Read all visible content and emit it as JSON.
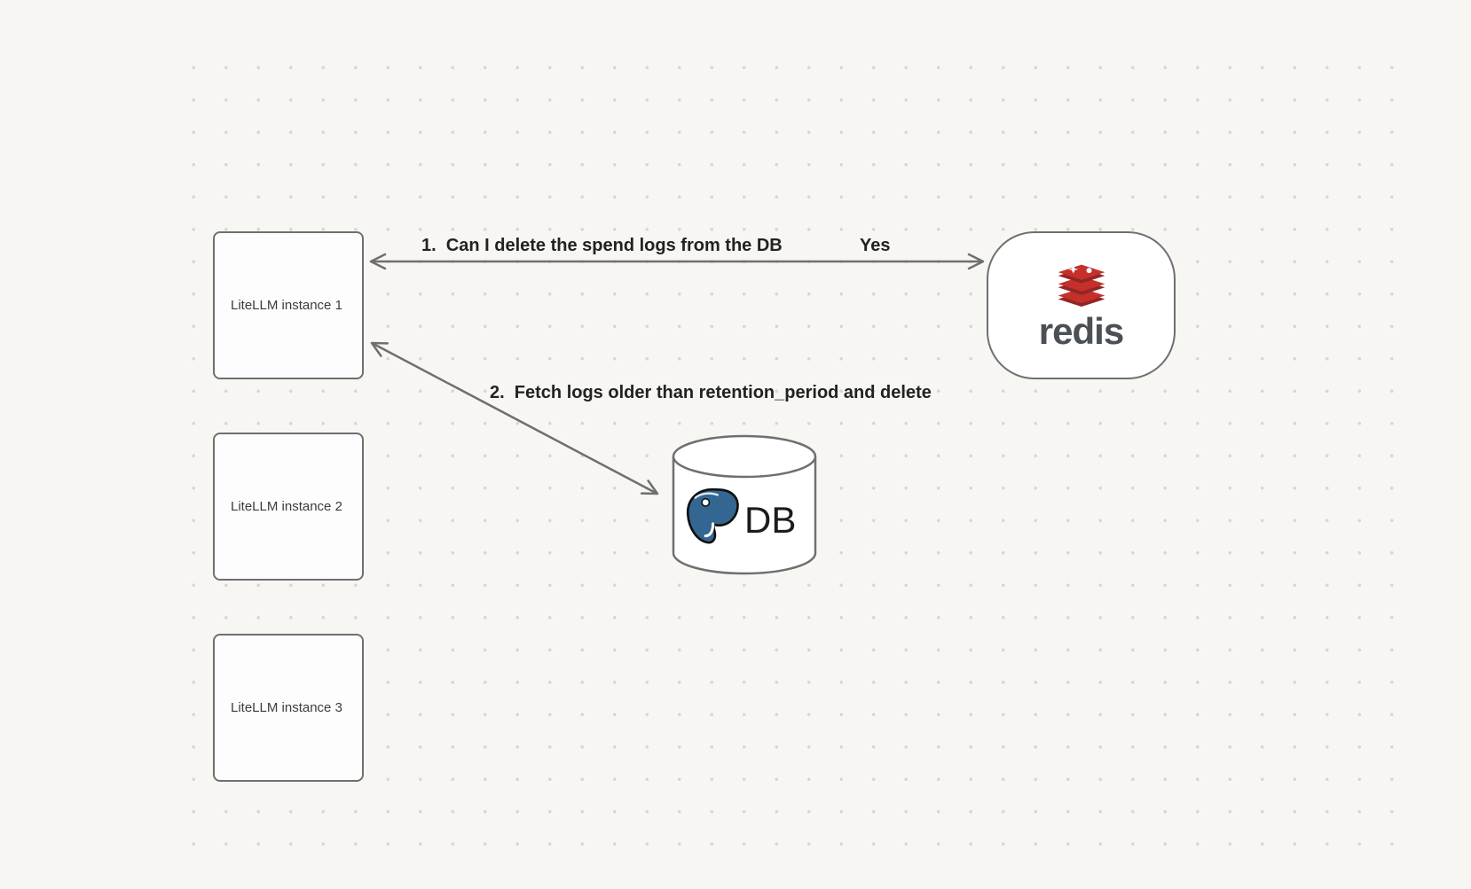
{
  "nodes": {
    "instance1": {
      "label": "LiteLLM instance 1"
    },
    "instance2": {
      "label": "LiteLLM instance 2"
    },
    "instance3": {
      "label": "LiteLLM instance 3"
    },
    "redis": {
      "label": "redis",
      "icon": "redis-logo"
    },
    "db": {
      "label": "DB",
      "icon": "postgresql-elephant-logo"
    }
  },
  "edges": {
    "redis_query": {
      "from": "instance1",
      "to": "redis",
      "label": "1.  Can I delete the spend logs from the DB",
      "reply": "Yes",
      "style": "double-headed-arrow"
    },
    "db_fetch": {
      "from": "instance1",
      "to": "db",
      "label": "2.  Fetch logs older than retention_period and delete",
      "style": "double-headed-arrow"
    }
  },
  "colors": {
    "background": "#f7f6f3",
    "dot_grid": "#d7d6d1",
    "node_border": "#6f6f6f",
    "arrow": "#6f6f6f",
    "label_text": "#222222",
    "redis_red": "#c6302b",
    "redis_red_dark": "#912626",
    "redis_wordmark": "#4a5056",
    "postgres_blue": "#336791",
    "db_text": "#1c1c1c"
  }
}
